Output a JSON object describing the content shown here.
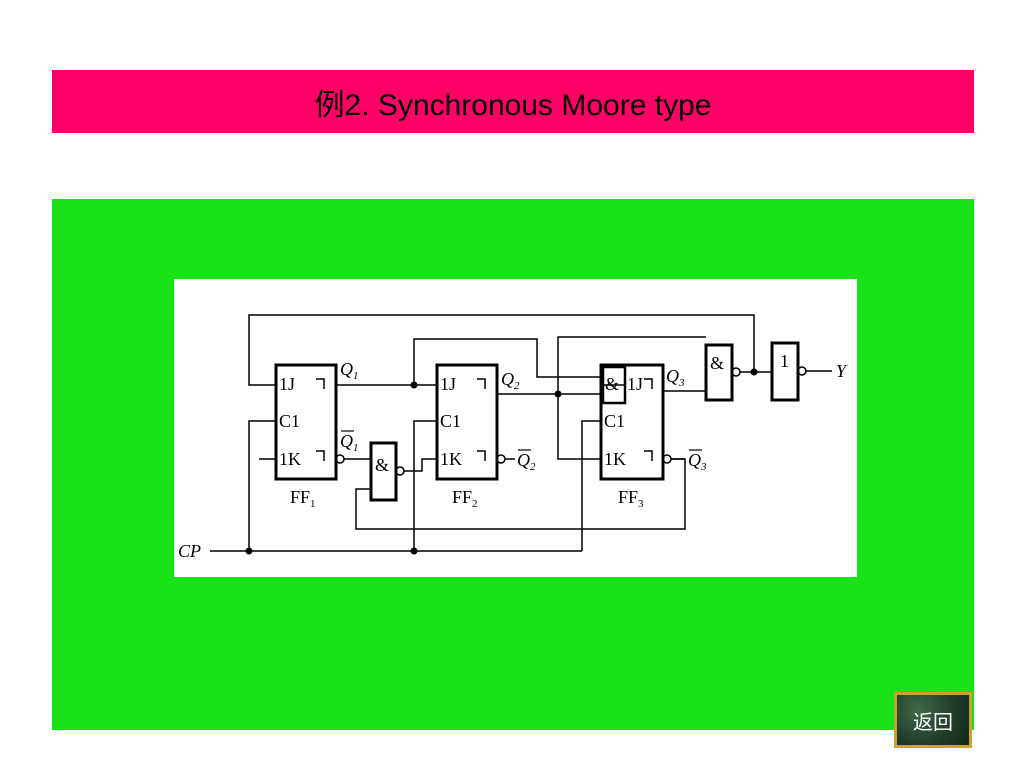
{
  "slide": {
    "title": "例2. Synchronous Moore type",
    "back_button_label": "返回"
  },
  "diagram": {
    "flip_flops": [
      {
        "name_base": "FF",
        "name_sub": "1",
        "j": "1J",
        "c": "C1",
        "k": "1K",
        "q_base": "Q",
        "q_sub": "1",
        "qbar_base": "Q",
        "qbar_sub": "1"
      },
      {
        "name_base": "FF",
        "name_sub": "2",
        "j": "1J",
        "c": "C1",
        "k": "1K",
        "q_base": "Q",
        "q_sub": "2",
        "qbar_base": "Q",
        "qbar_sub": "2"
      },
      {
        "name_base": "FF",
        "name_sub": "3",
        "j": "1J",
        "c": "C1",
        "k": "1K",
        "q_base": "Q",
        "q_sub": "3",
        "qbar_base": "Q",
        "qbar_sub": "3"
      }
    ],
    "and_gate_symbol": "&",
    "or_gate_symbol": "1",
    "clock_label": "CP",
    "output_label": "Y"
  },
  "colors": {
    "title_bar": "#ff0066",
    "panel": "#17e317",
    "button_border": "#c9a227"
  }
}
